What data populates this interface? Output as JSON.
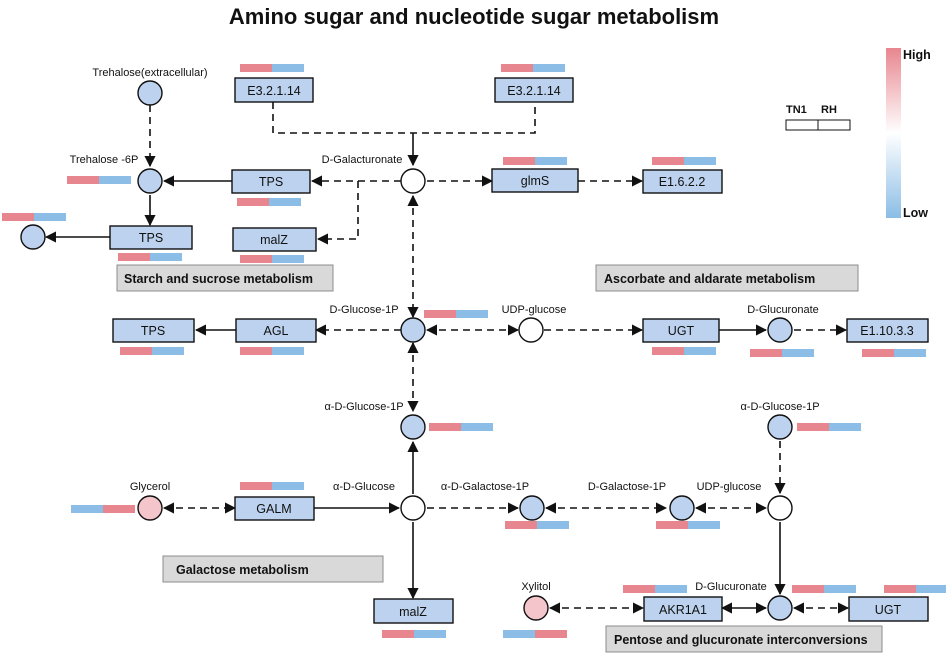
{
  "title": "Amino sugar and nucleotide sugar metabolism",
  "legend": {
    "high_label": "High",
    "low_label": "Low",
    "groups": [
      "TN1",
      "RH"
    ],
    "gradient_colors": [
      "#e8868f",
      "#ffffff",
      "#8bbde6"
    ]
  },
  "colors": {
    "high": "#e8868f",
    "low": "#8bbde6",
    "enzyme_fill": "#bcd2ee",
    "compound_blue": "#bcd2ee",
    "compound_pink": "#f4c6cc",
    "compound_white": "#ffffff",
    "pathway_box": "#d9d9d9"
  },
  "compound_labels": {
    "trehalose_ext": "Trehalose(extracellular)",
    "trehalose_6p": "Trehalose -6P",
    "d_galacturonate": "D-Galacturonate",
    "d_glucose_1p": "D-Glucose-1P",
    "udp_glucose_top": "UDP-glucose",
    "d_glucuronate_top": "D-Glucuronate",
    "a_d_glucose_1p_mid": "α-D-Glucose-1P",
    "a_d_glucose_1p_right": "α-D-Glucose-1P",
    "glycerol": "Glycerol",
    "a_d_glucose": "α-D-Glucose",
    "a_d_galactose_1p": "α-D-Galactose-1P",
    "d_galactose_1p": "D-Galactose-1P",
    "udp_glucose_bottom": "UDP-glucose",
    "xylitol": "Xylitol",
    "d_glucuronate_bottom": "D-Glucuronate"
  },
  "enzyme_labels": {
    "e3_left": "E3.2.1.14",
    "e3_right": "E3.2.1.14",
    "tps_mid": "TPS",
    "malz_top": "malZ",
    "tps_left": "TPS",
    "glms": "glmS",
    "e1622": "E1.6.2.2",
    "tps_row": "TPS",
    "agl": "AGL",
    "ugt_top": "UGT",
    "e11033": "E1.10.3.3",
    "galm": "GALM",
    "malz_bottom": "malZ",
    "akr1a1": "AKR1A1",
    "ugt_bottom": "UGT"
  },
  "pathway_labels": {
    "starch": "Starch and sucrose metabolism",
    "ascorbate": "Ascorbate and aldarate metabolism",
    "galactose": "Galactose metabolism",
    "pentose": "Pentose and glucuronate interconversions"
  }
}
